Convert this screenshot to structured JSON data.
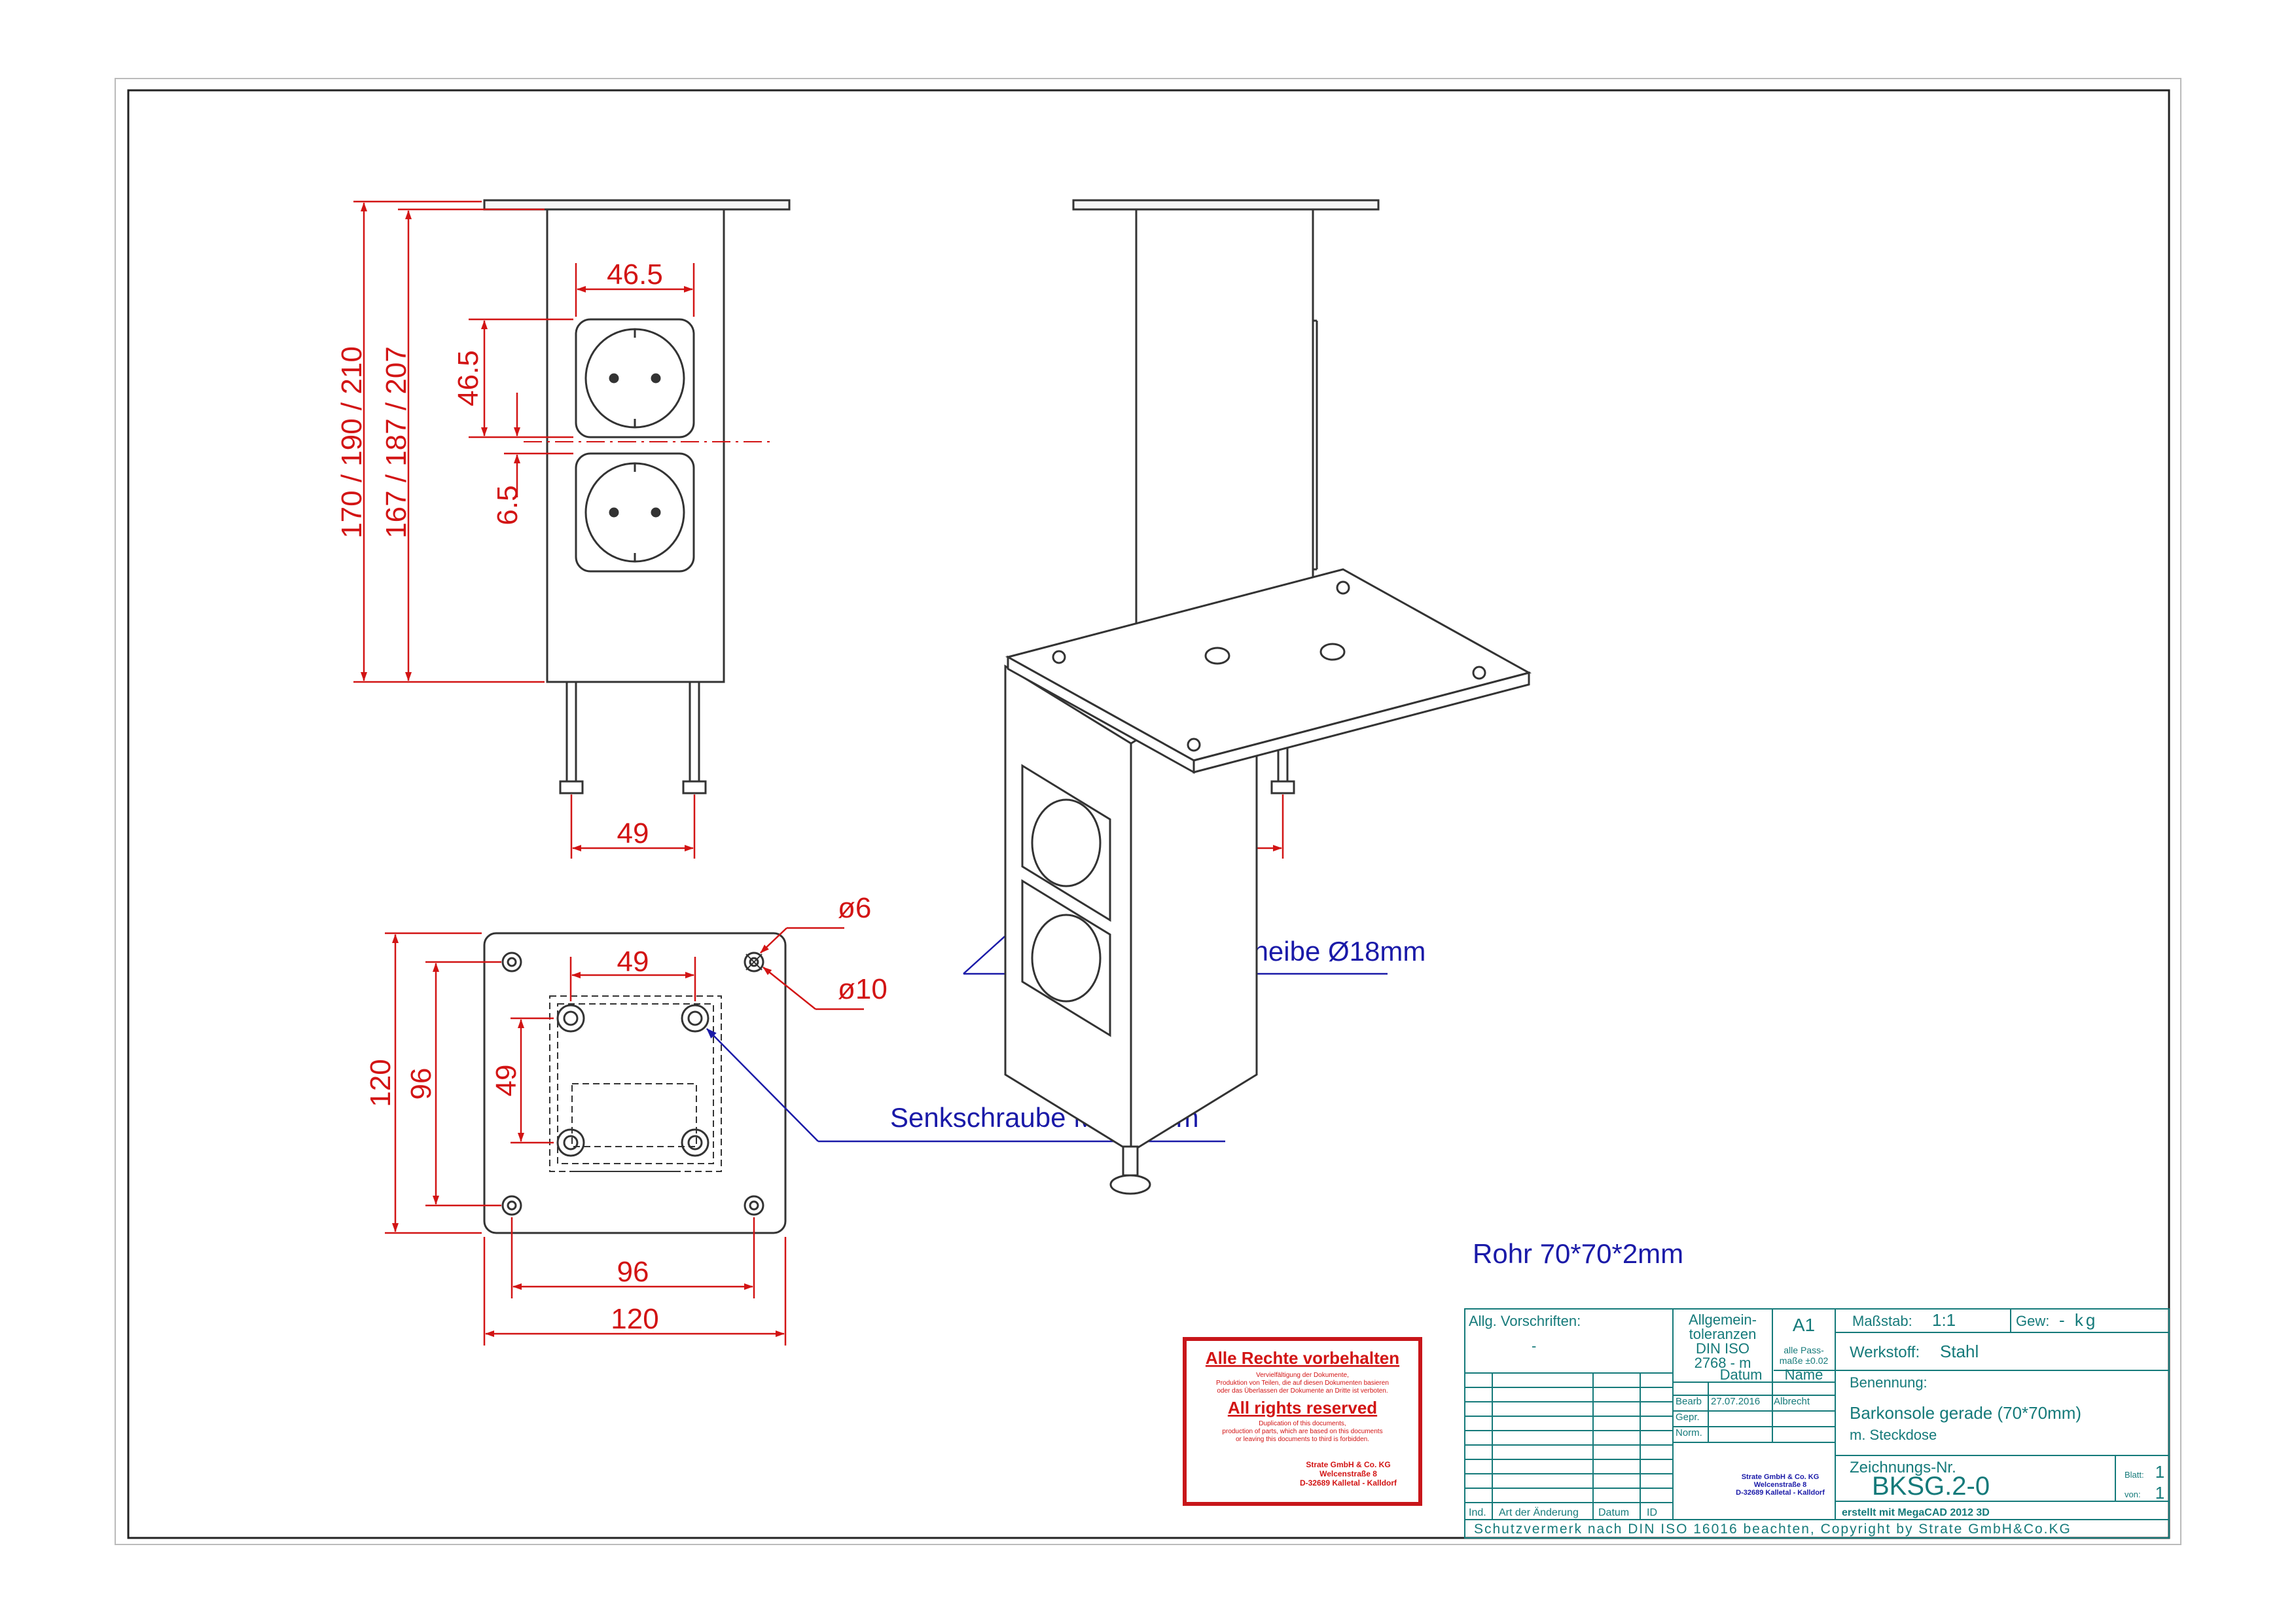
{
  "dimensions": {
    "front": {
      "outer_height": "170 / 190 / 210",
      "inner_height": "167 / 187 / 207",
      "socket_width": "46.5",
      "socket_height": "46.5",
      "socket_gap": "6.5",
      "leg_spacing": "49"
    },
    "side": {
      "leg_spacing": "49"
    },
    "bottom": {
      "hole_small": "ø6",
      "hole_large": "ø10",
      "screw_spacing_h": "49",
      "screw_spacing_v": "49",
      "plate_height": "120",
      "hole_spacing_v": "96",
      "hole_spacing_h": "96",
      "plate_width": "120"
    }
  },
  "callouts": {
    "bolt": "M6*55mm + U-Scheibe Ø18mm",
    "screw": "Senkschraube M6*20mm",
    "tube": "Rohr 70*70*2mm"
  },
  "rights_box": {
    "title_de": "Alle Rechte vorbehalten",
    "text_de_1": "Vervielfältigung der Dokumente,",
    "text_de_2": "Produktion von Teilen, die auf diesen Dokumenten basieren",
    "text_de_3": "oder das Überlassen der Dokumente an Dritte ist verboten.",
    "title_en": "All rights reserved",
    "text_en_1": "Duplication of this documents,",
    "text_en_2": "production of parts, which are based on this documents",
    "text_en_3": "or leaving this documents to third is forbidden.",
    "company": "Strate GmbH & Co. KG",
    "street": "Welcenstraße 8",
    "city": "D-32689 Kalletal - Kalldorf"
  },
  "title_block": {
    "general_rules_label": "Allg. Vorschriften:",
    "general_rules_value": "-",
    "tolerances_1": "Allgemein-",
    "tolerances_2": "toleranzen",
    "tolerances_3": "DIN ISO",
    "tolerances_4": "2768 - m",
    "paper_size": "A1",
    "fit_note_1": "alle Pass-",
    "fit_note_2": "maße ±0.02",
    "scale_label": "Maßstab:",
    "scale_value": "1:1",
    "weight_label": "Gew:",
    "weight_value": "- kg",
    "material_label": "Werkstoff:",
    "material_value": "Stahl",
    "date_header": "Datum",
    "name_header": "Name",
    "designation_label": "Benennung:",
    "row_drawn": "Bearb",
    "drawn_date": "27.07.2016",
    "drawn_name": "Albrecht",
    "row_checked": "Gepr.",
    "row_norm": "Norm.",
    "designation_1": "Barkonsole gerade (70*70mm)",
    "designation_2": "m. Steckdose",
    "company": "Strate GmbH & Co. KG",
    "street": "Welcenstraße 8",
    "city": "D-32689 Kalletal - Kalldorf",
    "drawing_no_label": "Zeichnungs-Nr.",
    "drawing_no": "BKSG.2-0",
    "sheet_label": "Blatt:",
    "sheet_value": "1",
    "of_label": "von:",
    "of_value": "1",
    "rev_index": "Ind.",
    "rev_change": "Art der Änderung",
    "rev_date": "Datum",
    "rev_id": "ID",
    "software": "erstellt mit MegaCAD 2012 3D",
    "protection": "Schutzvermerk nach DIN ISO 16016 beachten, Copyright by Strate GmbH&Co.KG"
  }
}
